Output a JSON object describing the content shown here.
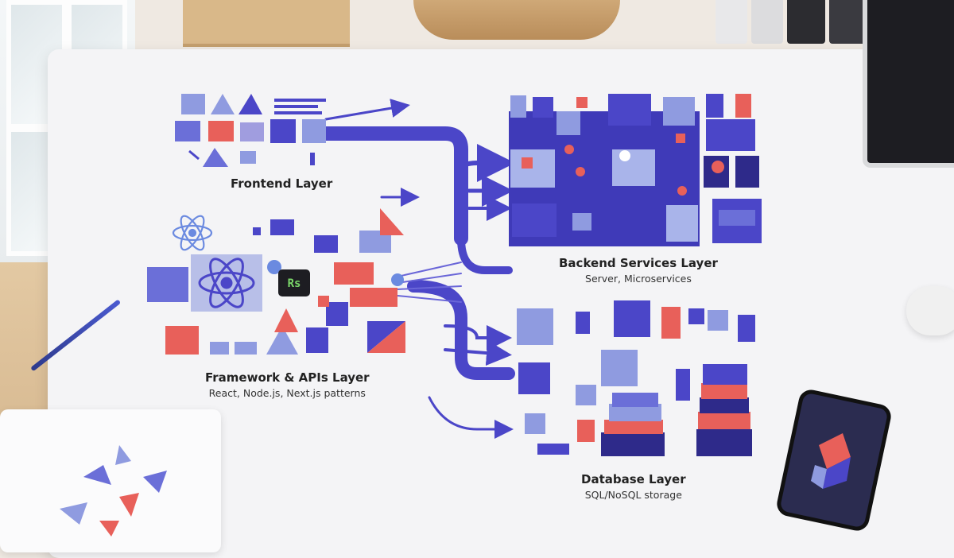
{
  "layers": {
    "frontend": {
      "title": "Frontend Layer"
    },
    "framework": {
      "title": "Framework & APIs Layer",
      "subtitle": "React, Node.js, Next.js patterns",
      "badge": "Rs"
    },
    "backend": {
      "title": "Backend Services Layer",
      "subtitle": "Server, Microservices"
    },
    "database": {
      "title": "Database Layer",
      "subtitle": "SQL/NoSQL storage"
    }
  },
  "colors": {
    "primary": "#4b46c8",
    "light": "#8f9be0",
    "accent": "#e8605a",
    "dark": "#2e2a8a"
  }
}
